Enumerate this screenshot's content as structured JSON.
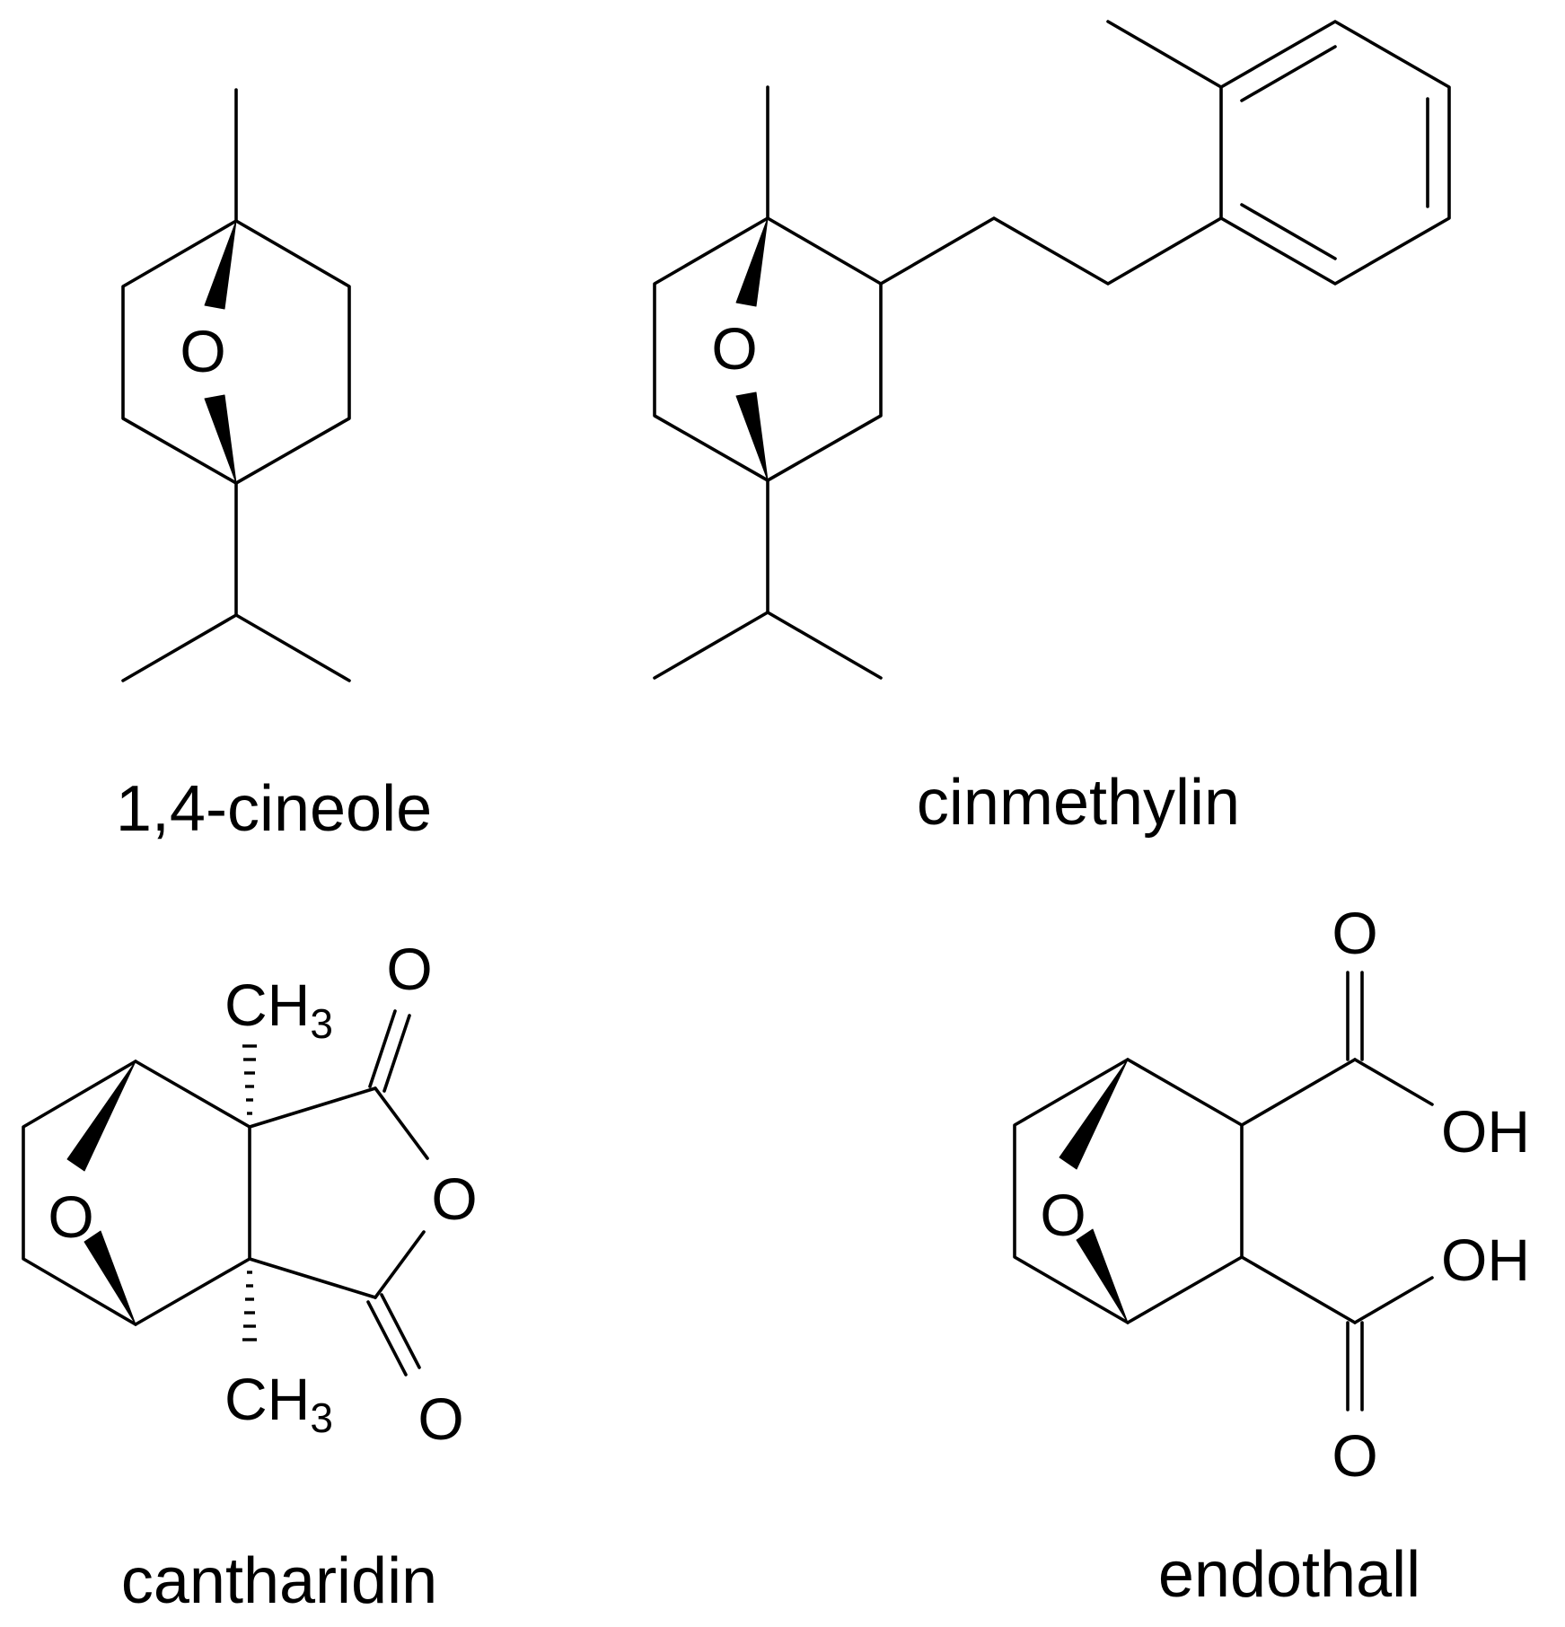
{
  "molecules": {
    "cineole": {
      "name": "1,4-cineole",
      "atoms": {
        "o": "O"
      }
    },
    "cinmethylin": {
      "name": "cinmethylin",
      "atoms": {
        "o": "O"
      }
    },
    "cantharidin": {
      "name": "cantharidin",
      "atoms": {
        "bridge_o": "O",
        "ring_o": "O",
        "carbonyl_o_top": "O",
        "carbonyl_o_bottom": "O",
        "methyl_top_main": "CH",
        "methyl_top_sub": "3",
        "methyl_bottom_main": "CH",
        "methyl_bottom_sub": "3"
      }
    },
    "endothall": {
      "name": "endothall",
      "atoms": {
        "bridge_o": "O",
        "carbonyl_o_top": "O",
        "carbonyl_o_bottom": "O",
        "hydroxyl_top": "OH",
        "hydroxyl_bottom": "OH"
      }
    }
  }
}
